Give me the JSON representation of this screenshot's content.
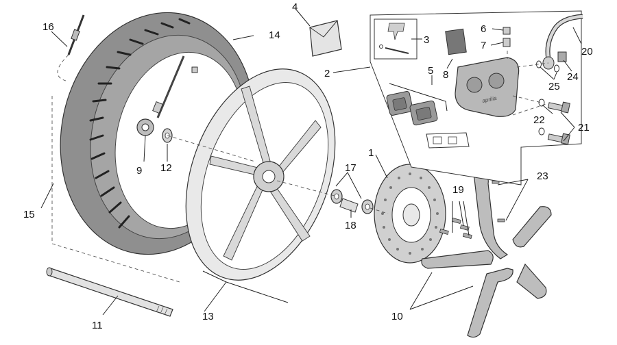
{
  "labels": {
    "l1": "1",
    "l2": "2",
    "l3": "3",
    "l4": "4",
    "l5": "5",
    "l6": "6",
    "l7": "7",
    "l8": "8",
    "l9": "9",
    "l10": "10",
    "l11": "11",
    "l12": "12",
    "l13": "13",
    "l14": "14",
    "l15": "15",
    "l16": "16",
    "l17": "17",
    "l18": "18",
    "l19": "19",
    "l20": "20",
    "l21": "21",
    "l22": "22",
    "l23": "23",
    "l24": "24",
    "l25": "25"
  },
  "colors": {
    "tire": "#8f8f8f",
    "tire_dark": "#6e6e6e",
    "metal": "#cfcfcf",
    "pad": "#9a9a9a",
    "guard": "#bdbdbd"
  },
  "logo": "aprilia"
}
